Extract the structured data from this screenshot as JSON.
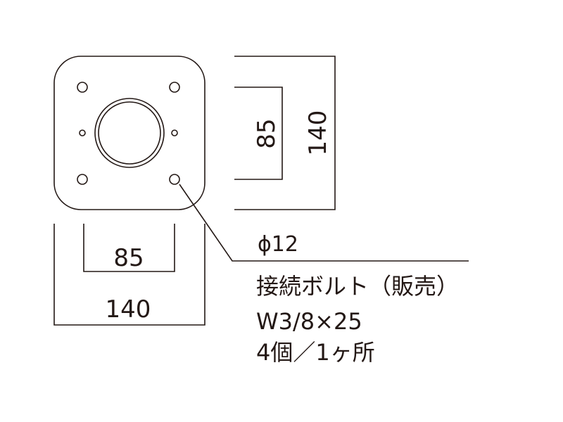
{
  "plate": {
    "side_mm": 140,
    "hole_pitch_mm": 85
  },
  "dimensions": {
    "horizontal_outer": "140",
    "horizontal_inner": "85",
    "vertical_outer": "140",
    "vertical_inner": "85"
  },
  "callout": {
    "hole_diameter": "ϕ12",
    "bolt_name": "接続ボルト（販売）",
    "bolt_size": "W3/8×25",
    "bolt_quantity": "4個／1ヶ所"
  },
  "colors": {
    "line": "#231815",
    "background": "#ffffff"
  }
}
